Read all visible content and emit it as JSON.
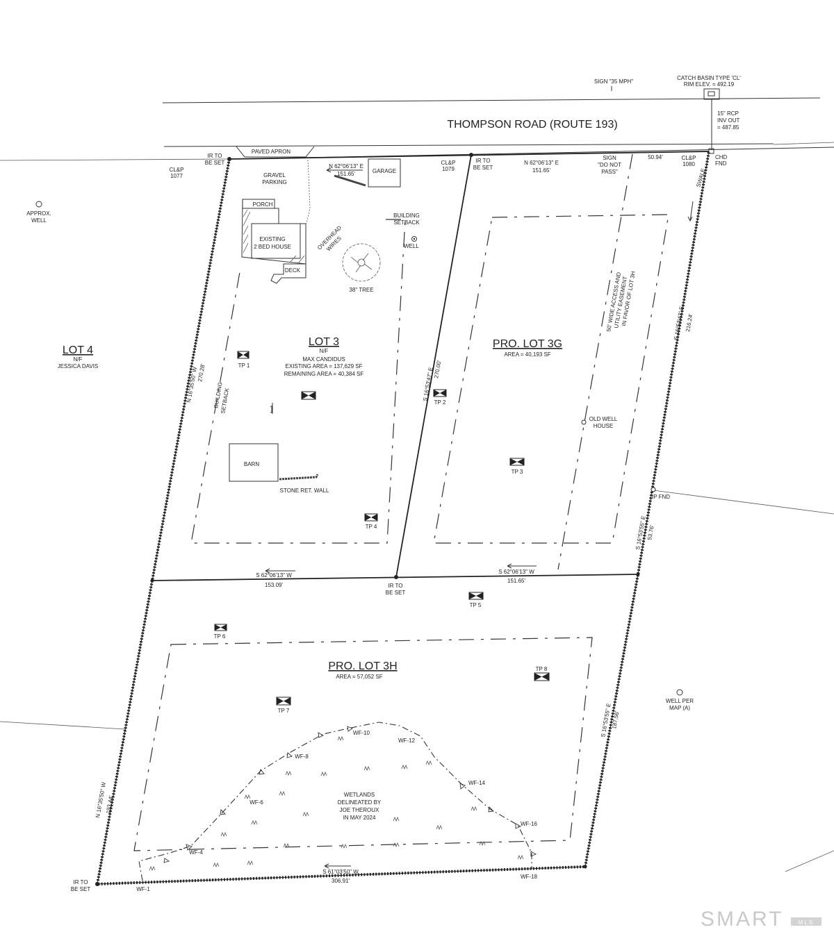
{
  "road": {
    "name": "THOMPSON ROAD (ROUTE 193)",
    "paved_apron": "PAVED APRON",
    "sign_speed": "SIGN \"35 MPH\"",
    "catch_basin": [
      "CATCH BASIN TYPE 'CL'",
      "RIM ELEV. = 492.19"
    ],
    "rcp": [
      "15\" RCP",
      "INV OUT",
      "= 487.85"
    ],
    "sign_pass": [
      "SIGN",
      "\"DO NOT",
      "PASS\""
    ],
    "clp_1077": [
      "CL&P",
      "1077"
    ],
    "clp_1079": [
      "CL&P",
      "1079"
    ],
    "clp_1080": [
      "CL&P",
      "1080"
    ],
    "chd": [
      "CHD",
      "FND"
    ],
    "swale": "SWALE",
    "dist_5094": "50.94'"
  },
  "markers": {
    "ir_be_set": [
      "IR TO",
      "BE SET"
    ],
    "ip_fnd": "IP FND",
    "wf": [
      "WF-1",
      "WF-4",
      "WF-6",
      "WF-8",
      "WF-10",
      "WF-12",
      "WF-14",
      "WF-16",
      "WF-18"
    ]
  },
  "lot4": {
    "title": "LOT 4",
    "nf": "N/F",
    "owner": "JESSICA DAVIS",
    "approx_well": [
      "APPROX.",
      "WELL"
    ]
  },
  "lot3": {
    "title": "LOT 3",
    "nf": "N/F",
    "owner": "MAX CANDIDUS",
    "existing_area": "EXISTING AREA = 137,629 SF",
    "remaining_area": "REMAINING AREA = 40,384 SF",
    "gravel_parking": [
      "GRAVEL",
      "PARKING"
    ],
    "garage": "GARAGE",
    "porch": "PORCH",
    "house": [
      "EXISTING",
      "2 BED HOUSE"
    ],
    "deck": "DECK",
    "overhead_wires": [
      "OVERHEAD",
      "WIRES"
    ],
    "tree": "38\" TREE",
    "well": "WELL",
    "building_setback_top": [
      "BUILDING",
      "SETBACK"
    ],
    "building_setback_side": [
      "BUILDING",
      "SETBACK"
    ],
    "barn": "BARN",
    "stone_wall": "STONE RET. WALL"
  },
  "lot3g": {
    "title": "PRO. LOT 3G",
    "area": "AREA = 40,193 SF",
    "easement": [
      "50' WIDE ACCESS AND",
      "UTILITY EASEMENT",
      "IN FAVOR OF LOT 3H"
    ],
    "old_well_house": [
      "OLD WELL",
      "HOUSE"
    ]
  },
  "lot3h": {
    "title": "PRO. LOT 3H",
    "area": "AREA = 57,052 SF",
    "wetlands": [
      "WETLANDS",
      "DELINEATED BY",
      "JOE THEROUX",
      "IN MAY 2024"
    ]
  },
  "adjacent": {
    "well_per_map": [
      "WELL PER",
      "MAP (A)"
    ]
  },
  "test_pits": [
    "TP 1",
    "TP 2",
    "TP 3",
    "TP 4",
    "TP 5",
    "TP 6",
    "TP 7",
    "TP 8"
  ],
  "bearings": {
    "front_lot3": [
      "N 62°06'13\" E",
      "151.65'"
    ],
    "front_lot3g": [
      "N 62°06'13\" E",
      "151.65'"
    ],
    "west_lot3": [
      "N 16°35'50\" W",
      "270.28'"
    ],
    "center_line": [
      "S 16°53'47\" E",
      "270.00'"
    ],
    "east_upper": [
      "S 16°53'47\" E",
      "216.24'"
    ],
    "east_mid": [
      "S 16°53'55\" E",
      "53.76'"
    ],
    "mid_west": [
      "S 62°06'13\" W",
      "153.09'"
    ],
    "mid_east": [
      "S 62°06'13\" W",
      "151.65'"
    ],
    "east_lower": [
      "S 16°53'55\" E",
      "187.56'"
    ],
    "west_lower": [
      "N 16°35'50\" W",
      "193.44'"
    ],
    "south": [
      "S 61°03'50\" W",
      "306.91'"
    ]
  },
  "watermark": {
    "brand": "SMART",
    "small": "MLS"
  }
}
